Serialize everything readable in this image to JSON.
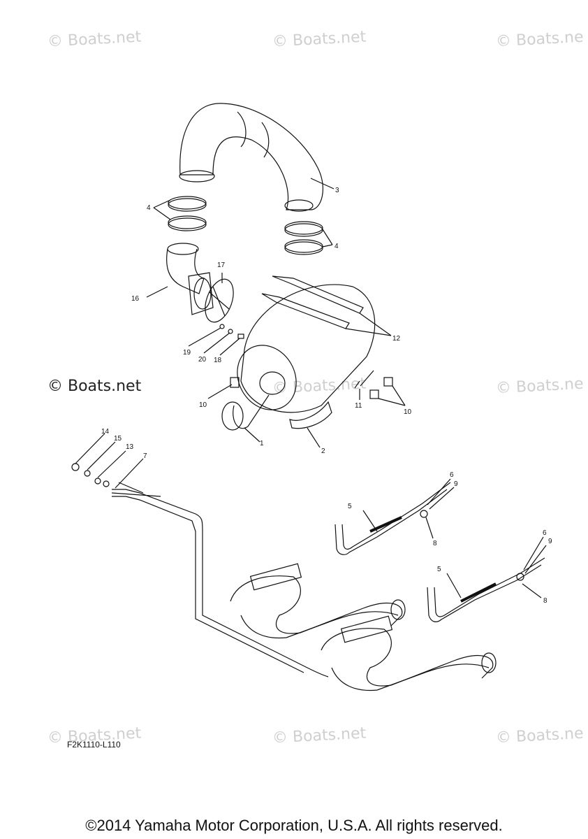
{
  "watermark": "© Boats.net",
  "watermark_cut": "© Boats.ne",
  "diagram_ref": "F2K1110-L110",
  "copyright": "©2014 Yamaha Motor Corporation, U.S.A. All rights reserved.",
  "callouts": {
    "c1": "1",
    "c2": "2",
    "c3": "3",
    "c4a": "4",
    "c4b": "4",
    "c5a": "5",
    "c5b": "5",
    "c6a": "6",
    "c6b": "6",
    "c7": "7",
    "c8a": "8",
    "c8b": "8",
    "c9a": "9",
    "c9b": "9",
    "c10a": "10",
    "c10b": "10",
    "c11": "11",
    "c12": "12",
    "c13": "13",
    "c14": "14",
    "c15": "15",
    "c16": "16",
    "c17": "17",
    "c18": "18",
    "c19": "19",
    "c20": "20"
  }
}
